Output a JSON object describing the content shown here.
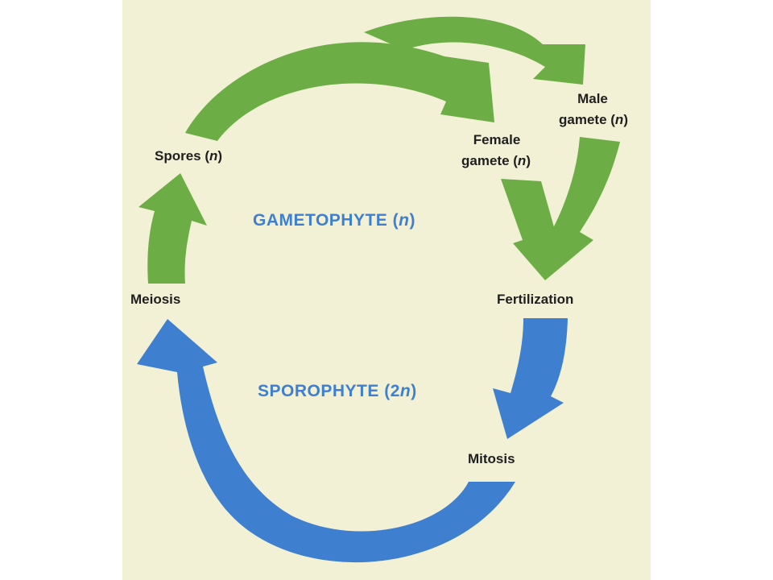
{
  "diagram": {
    "colors": {
      "background": "#f2f1d6",
      "gametophyte": "#6cae45",
      "sporophyte": "#3f7fd0",
      "text": "#1f1f1f"
    },
    "labels": {
      "spores": "Spores (",
      "male_1": "Male",
      "male_2": "gamete (",
      "female_1": "Female",
      "female_2": "gamete (",
      "fertilization": "Fertilization",
      "mitosis": "Mitosis",
      "meiosis": "Meiosis",
      "n": "n",
      "close": ")"
    },
    "phases": {
      "gametophyte_prefix": "GAMETOPHYTE (",
      "gametophyte_var": "n",
      "sporophyte_prefix": "SPOROPHYTE (2",
      "sporophyte_var": "n",
      "close": ")"
    }
  }
}
